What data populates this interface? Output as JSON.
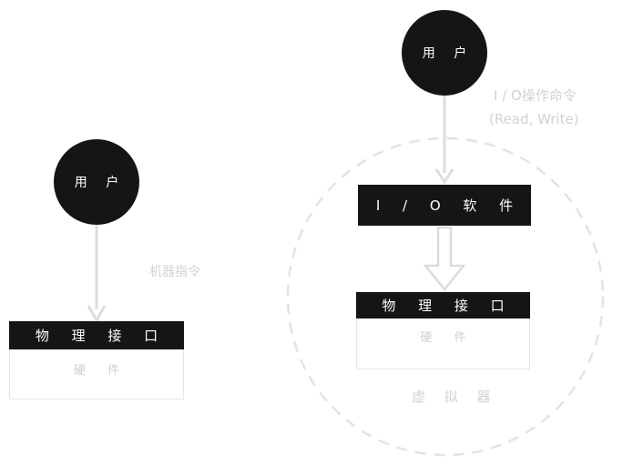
{
  "left": {
    "user": "用 户",
    "instruction": "机器指令",
    "interface": "物 理 接 口",
    "hardware": "硬 件"
  },
  "right": {
    "user": "用 户",
    "io_command": "I / O操作命令",
    "io_rw": "(Read, Write)",
    "io_software": "I / O 软 件",
    "interface": "物 理 接 口",
    "hardware": "硬 件",
    "virtualizer": "虚 拟 器"
  }
}
